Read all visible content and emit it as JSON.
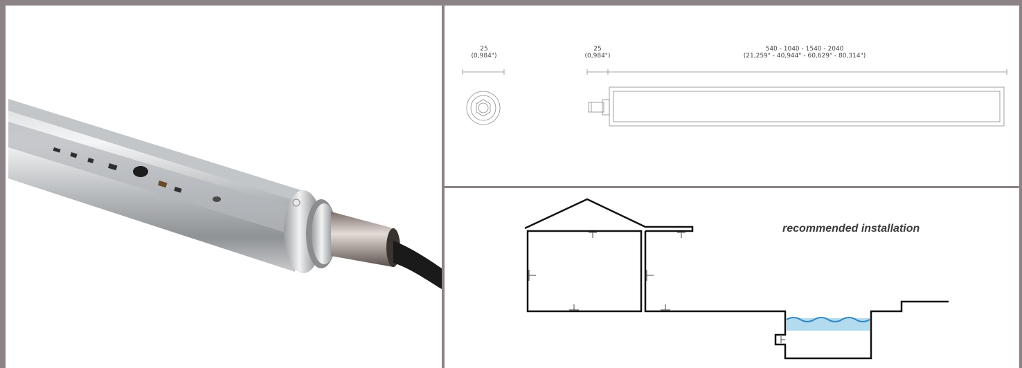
{
  "dimension_drawing": {
    "end_view": {
      "value": "25",
      "inch": "(0,984\")"
    },
    "connector": {
      "value": "25",
      "inch": "(0,984\")"
    },
    "length": {
      "values": "540 - 1040 - 1540 - 2040",
      "inches": "(21,259\" - 40,944\" - 60,629\" - 80,314\")"
    }
  },
  "installation": {
    "label": "recommended installation"
  },
  "colors": {
    "border": "#8b8386",
    "water": "#7fc3e6",
    "water_line": "#2f86c6"
  }
}
